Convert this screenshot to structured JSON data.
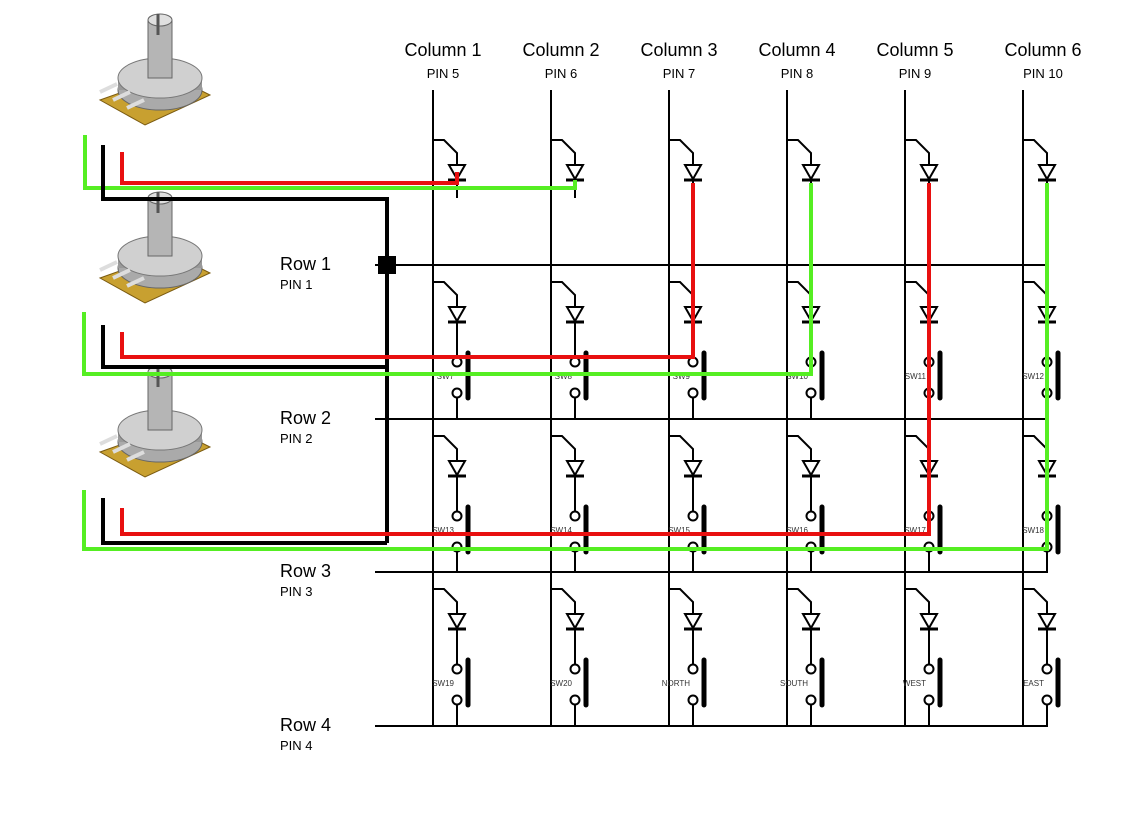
{
  "columns": [
    {
      "name": "Column 1",
      "pin": "PIN 5"
    },
    {
      "name": "Column 2",
      "pin": "PIN 6"
    },
    {
      "name": "Column 3",
      "pin": "PIN 7"
    },
    {
      "name": "Column 4",
      "pin": "PIN 8"
    },
    {
      "name": "Column 5",
      "pin": "PIN 9"
    },
    {
      "name": "Column 6",
      "pin": "PIN 10"
    }
  ],
  "rows": [
    {
      "name": "Row 1",
      "pin": "PIN 1"
    },
    {
      "name": "Row 2",
      "pin": "PIN 2"
    },
    {
      "name": "Row 3",
      "pin": "PIN 3"
    },
    {
      "name": "Row 4",
      "pin": "PIN 4"
    }
  ],
  "switches": [
    [
      "",
      "",
      "",
      "",
      "",
      ""
    ],
    [
      "SW7",
      "SW8",
      "SW9",
      "SW10",
      "SW11",
      "SW12"
    ],
    [
      "SW13",
      "SW14",
      "SW15",
      "SW16",
      "SW17",
      "SW18"
    ],
    [
      "SW19",
      "SW20",
      "NORTH",
      "SOUTH",
      "WEST",
      "EAST"
    ]
  ],
  "colors": {
    "red": "#e81010",
    "green": "#55ee22",
    "black": "#000000",
    "brass": "#c8a030"
  }
}
